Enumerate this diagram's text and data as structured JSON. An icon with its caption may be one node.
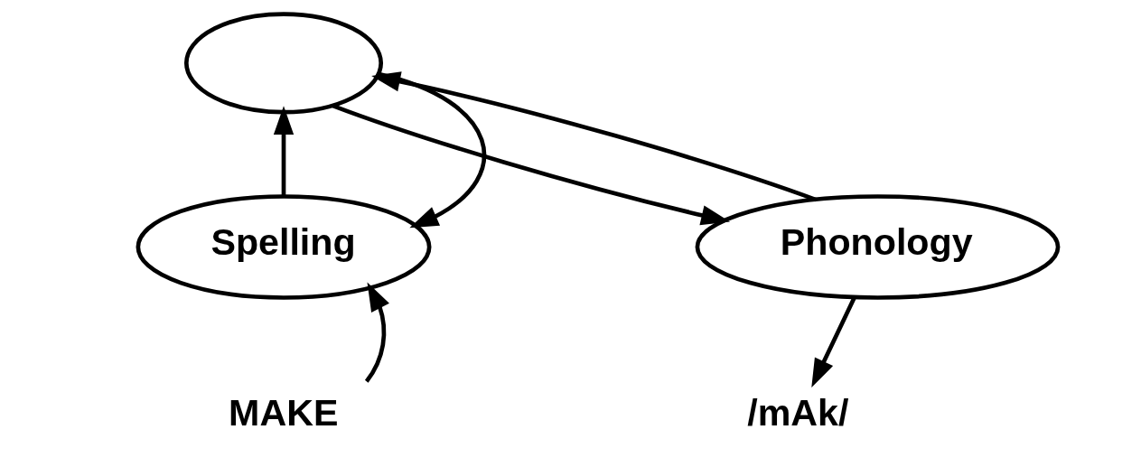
{
  "diagram": {
    "nodes": [
      {
        "text": [],
        "shape": "ellipse"
      },
      {
        "text": [
          "Spelling"
        ]
      },
      {
        "text": [
          "Phonology"
        ]
      },
      {
        "text": [
          "MAKE"
        ]
      },
      {
        "text": [
          "/mAk/"
        ]
      }
    ],
    "edges": [
      {
        "from": 1,
        "to": 0,
        "arrow": "to"
      },
      {
        "from": 0,
        "to": 1,
        "arrow": "to"
      },
      {
        "from": 0,
        "to": 2,
        "arrow": "to"
      },
      {
        "from": 2,
        "to": 0,
        "arrow": "to"
      },
      {
        "from": 3,
        "to": 1,
        "arrow": "to"
      },
      {
        "from": 2,
        "to": 4,
        "arrow": "to"
      }
    ]
  }
}
